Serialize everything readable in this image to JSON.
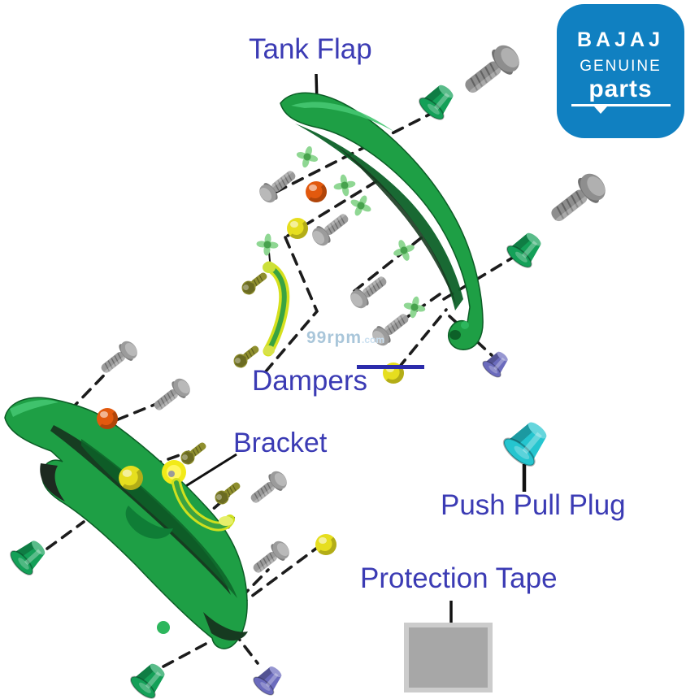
{
  "labels": {
    "tank_flap": "Tank Flap",
    "dampers": "Dampers",
    "bracket": "Bracket",
    "push_pull_plug": "Push Pull Plug",
    "protection_tape": "Protection Tape",
    "text_color": "#3b3bb4"
  },
  "logo": {
    "brand": "BAJAJ",
    "genuine": "GENUINE",
    "parts": "parts",
    "bg_color": "#1080c1",
    "text_color": "#ffffff"
  },
  "watermark": {
    "main": "99rpm",
    "suffix": ".com"
  },
  "parts_inventory": [
    {
      "name": "tank-flap",
      "count": 2,
      "color": "#1e9f45"
    },
    {
      "name": "large-screw",
      "count": 2,
      "color": "#8e8e8e"
    },
    {
      "name": "small-screw",
      "count": 8,
      "color": "#9b9b9b"
    },
    {
      "name": "olive-screw",
      "count": 4,
      "color": "#8f8f2e"
    },
    {
      "name": "green-grommet",
      "count": 4,
      "color": "#14a058"
    },
    {
      "name": "green-clip",
      "count": 6,
      "color": "#8fd793"
    },
    {
      "name": "yellow-damper",
      "count": 4,
      "color": "#e6de1e"
    },
    {
      "name": "orange-damper",
      "count": 2,
      "color": "#e2590e"
    },
    {
      "name": "purple-plug",
      "count": 2,
      "color": "#6b6bbd"
    },
    {
      "name": "push-pull-plug",
      "count": 1,
      "color": "#25c5cf"
    },
    {
      "name": "bracket",
      "count": 2,
      "color": "#cfe01e"
    },
    {
      "name": "protection-tape",
      "count": 1,
      "color": "#a7a7a7"
    }
  ],
  "colors": {
    "dashed_guide_line": "#1c1c1c",
    "pointer_line": "#111111",
    "dampers_bar": "#2b2bab",
    "background": "#ffffff"
  }
}
